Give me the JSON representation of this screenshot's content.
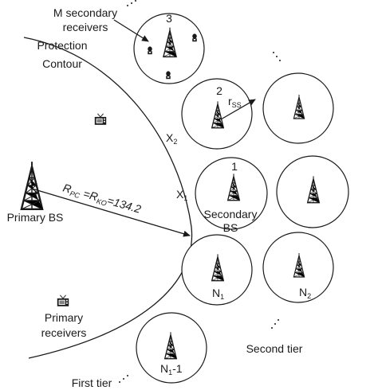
{
  "labels": {
    "m_secondary_receivers": "M secondary receivers",
    "m_secondary_receivers_line1": "M secondary",
    "m_secondary_receivers_line2": "receivers",
    "protection_contour_line1": "Protection",
    "protection_contour_line2": "Contour",
    "primary_bs": "Primary BS",
    "primary_receivers_line1": "Primary",
    "primary_receivers_line2": "receivers",
    "first_tier": "First tier",
    "second_tier": "Second tier",
    "secondary_bs_line1": "Secondary",
    "secondary_bs_line2": "BS",
    "cell_1": "1",
    "cell_2": "2",
    "cell_3": "3",
    "n1": "N",
    "n1_sub": "1",
    "n2": "N",
    "n2_sub": "2",
    "n1_minus_1": "N",
    "n1_minus_1_sub": "1",
    "n1_minus_1_suffix": "-1",
    "x1": "X",
    "x1_sub": "1",
    "x2": "X",
    "x2_sub": "2",
    "rss": "r",
    "rss_sub": "SS",
    "radius_eq_r": "R",
    "radius_eq_pc": "PC",
    "radius_eq_mid": " =R",
    "radius_eq_ko": "KO",
    "radius_eq_value": "=134.2"
  },
  "icons": {
    "primary_bs": "tower-icon",
    "secondary_bs": "tower-icon",
    "primary_receiver": "tv-icon",
    "secondary_receiver": "receiver-bulb-icon"
  }
}
